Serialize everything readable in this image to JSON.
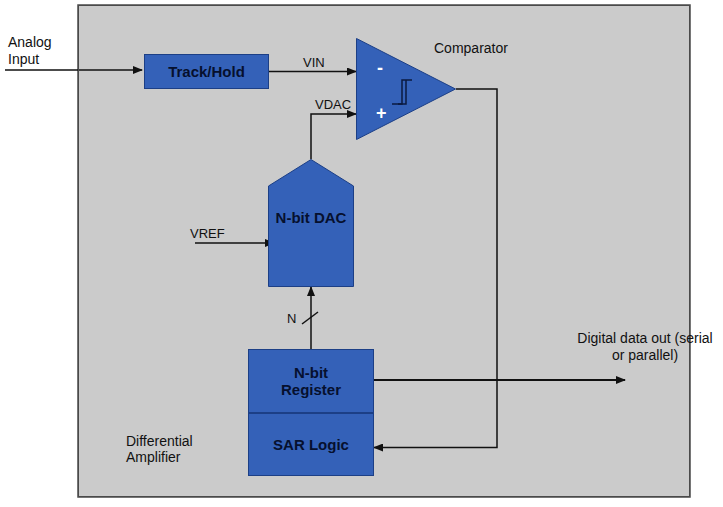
{
  "diagram": {
    "nodes": [
      {
        "text": [
          "Differential Amplifier"
        ]
      },
      {
        "text": [
          "Track/Hold"
        ],
        "in": 0
      },
      {
        "text": [
          "Comparator"
        ],
        "in": 0
      },
      {
        "text": [
          "N-bit DAC"
        ],
        "in": 0
      },
      {
        "text": [
          "N-bit Register"
        ],
        "in": 0
      },
      {
        "text": [
          "SAR Logic"
        ],
        "in": 0
      }
    ],
    "edges": [
      {
        "from": 1,
        "to": 2,
        "arrow": "to",
        "label": "VIN"
      },
      {
        "from": 3,
        "to": 2,
        "arrow": "to",
        "label": "VDAC"
      },
      {
        "from": 4,
        "to": 3,
        "arrow": "to",
        "label": "N"
      },
      {
        "from": 2,
        "to": 5,
        "arrow": "to"
      }
    ],
    "labels": [
      "Analog Input",
      "VREF",
      "Digital data out (serial or parallel)",
      "-",
      "+"
    ]
  }
}
